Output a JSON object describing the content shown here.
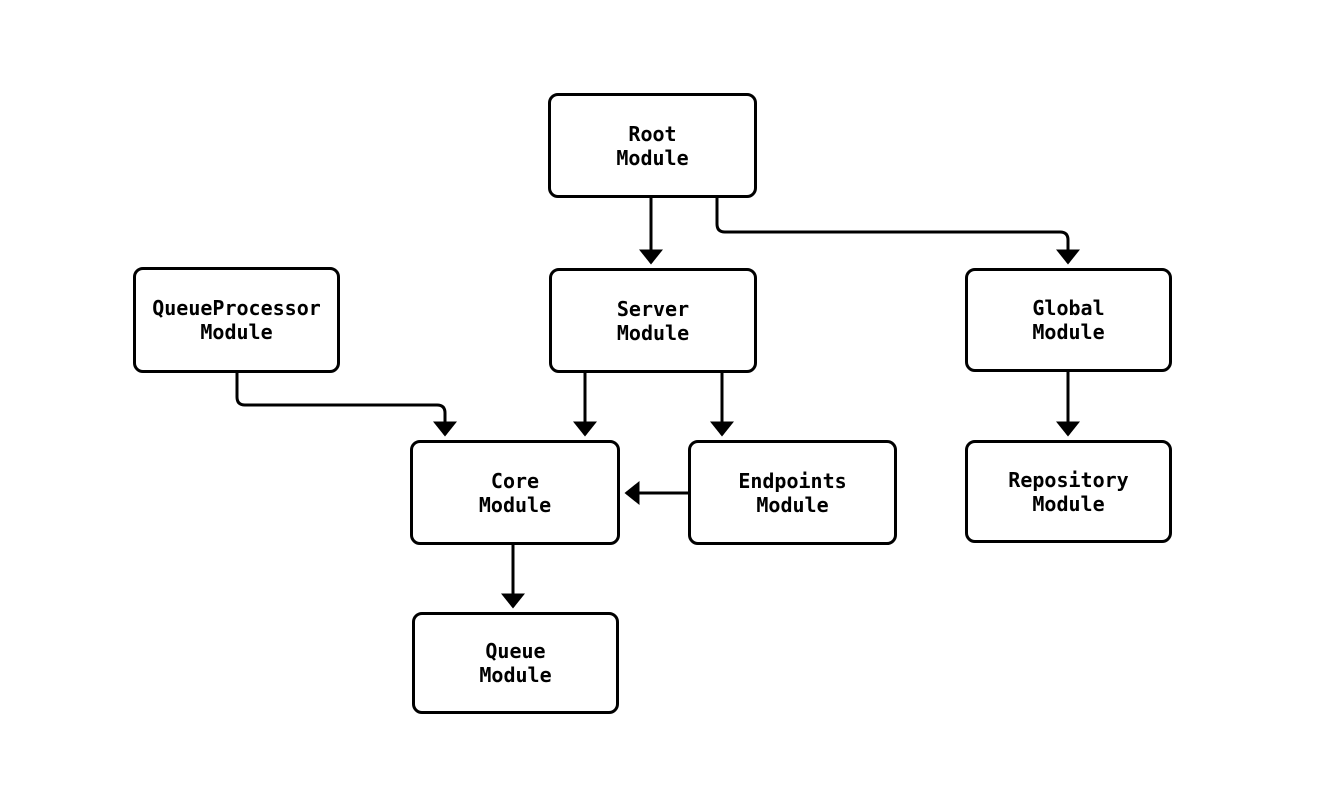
{
  "diagram": {
    "kind": "module-dependency-flowchart",
    "background_color": "#ffffff",
    "node_style": {
      "fill": "#ffffff",
      "border_color": "#000000",
      "text_color": "#000000"
    },
    "edge_color": "#000000",
    "nodes": [
      {
        "id": "root",
        "label": "Root\nModule"
      },
      {
        "id": "queueprocessor",
        "label": "QueueProcessor\nModule"
      },
      {
        "id": "server",
        "label": "Server\nModule"
      },
      {
        "id": "global",
        "label": "Global\nModule"
      },
      {
        "id": "core",
        "label": "Core\nModule"
      },
      {
        "id": "endpoints",
        "label": "Endpoints\nModule"
      },
      {
        "id": "repository",
        "label": "Repository\nModule"
      },
      {
        "id": "queue",
        "label": "Queue\nModule"
      }
    ],
    "edges": [
      {
        "from": "root",
        "to": "server"
      },
      {
        "from": "root",
        "to": "global"
      },
      {
        "from": "queueprocessor",
        "to": "core"
      },
      {
        "from": "server",
        "to": "core"
      },
      {
        "from": "server",
        "to": "endpoints"
      },
      {
        "from": "endpoints",
        "to": "core"
      },
      {
        "from": "global",
        "to": "repository"
      },
      {
        "from": "core",
        "to": "queue"
      }
    ]
  }
}
